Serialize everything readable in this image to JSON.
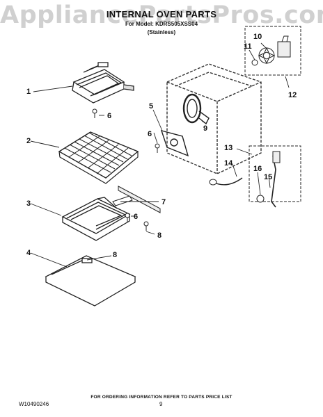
{
  "watermark": "AppliancePartsPros.com",
  "header": {
    "title": "INTERNAL OVEN PARTS",
    "model_line": "For Model: KDRS505XSS04",
    "finish": "(Stainless)"
  },
  "callouts": [
    "1",
    "2",
    "3",
    "4",
    "5",
    "6",
    "6",
    "6",
    "7",
    "8",
    "8",
    "9",
    "10",
    "11",
    "12",
    "13",
    "14",
    "15",
    "16"
  ],
  "footer": {
    "doc_number": "W10490246",
    "page_number": "9",
    "order_note": "FOR ORDERING INFORMATION REFER TO PARTS PRICE LIST"
  }
}
